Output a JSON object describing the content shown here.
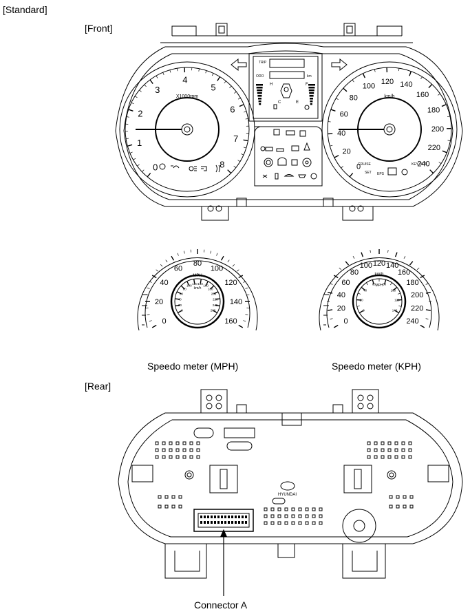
{
  "labels": {
    "standard": "[Standard]",
    "front": "[Front]",
    "rear": "[Rear]",
    "speedo_mph": "Speedo meter (MPH)",
    "speedo_kph": "Speedo meter (KPH)",
    "connector_a": "Connector A"
  },
  "tach": {
    "ticks": [
      "0",
      "1",
      "2",
      "3",
      "4",
      "5",
      "6",
      "7",
      "8"
    ],
    "unit": "X1000rpm"
  },
  "speedo_front": {
    "ticks": [
      "0",
      "20",
      "40",
      "60",
      "80",
      "100",
      "120",
      "140",
      "160",
      "180",
      "200",
      "220",
      "240"
    ],
    "unit": "km/h"
  },
  "speedo_mph": {
    "outer_ticks": [
      "0",
      "20",
      "40",
      "60",
      "80",
      "100",
      "120",
      "140",
      "160"
    ],
    "inner_ticks": [
      "0",
      "20",
      "40",
      "60",
      "80",
      "100",
      "120",
      "140",
      "160",
      "180",
      "200",
      "220",
      "240",
      "260"
    ],
    "outer_unit": "MPH",
    "inner_unit": "km/h"
  },
  "speedo_kph": {
    "outer_ticks": [
      "0",
      "20",
      "40",
      "60",
      "80",
      "100",
      "120",
      "140",
      "160",
      "180",
      "200",
      "220",
      "240"
    ],
    "inner_ticks": [
      "0",
      "20",
      "40",
      "60",
      "80",
      "100",
      "120",
      "140"
    ],
    "outer_unit": "km/h",
    "inner_unit": "MPH"
  },
  "center_display": {
    "trip_label": "TRIP",
    "odo_label": "ODO",
    "km_label": "km",
    "temp_high": "H",
    "temp_cold": "C",
    "fuel_full": "F",
    "fuel_empty": "E"
  },
  "right_gauge_labels": {
    "cruise": "CRUISE",
    "set": "SET",
    "eps": "EPS",
    "key_out": "KEY OUT"
  },
  "rear": {
    "brand": "HYUNDAI"
  },
  "colors": {
    "line": "#000000",
    "background": "#ffffff"
  }
}
